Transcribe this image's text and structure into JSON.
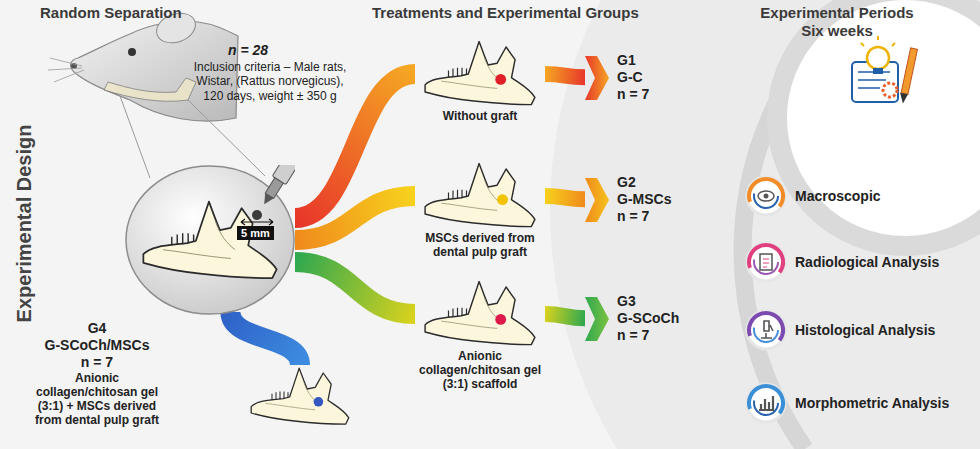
{
  "diagram": {
    "title": "Experimental Design",
    "nodes": [
      {
        "text": [
          "5 mm"
        ]
      },
      {
        "text": [
          "Without graft"
        ]
      },
      {
        "text": [
          "MSCs derived from dental pulp graft"
        ]
      },
      {
        "text": [
          "Anionic collagen/chitosan gel (3:1) scaffold"
        ]
      },
      {
        "text": [
          "G4",
          "G-SCoCh/MSCs",
          "n = 7",
          "Anionic collagen/chitosan gel (3:1) + MSCs derived from dental pulp graft"
        ]
      },
      {
        "text": [
          "G1",
          "G-C",
          "n = 7"
        ]
      },
      {
        "text": [
          "G2",
          "G-MSCs",
          "n = 7"
        ]
      },
      {
        "text": [
          "G3",
          "G-SCoCh",
          "n = 7"
        ]
      },
      {
        "text": [
          "Macroscopic"
        ]
      },
      {
        "text": [
          "Radiological Analysis"
        ]
      },
      {
        "text": [
          "Histological Analysis"
        ]
      },
      {
        "text": [
          "Morphometric Analysis"
        ]
      }
    ],
    "edges": [
      {
        "from": 0,
        "to": 1,
        "arrow": "none"
      },
      {
        "from": 0,
        "to": 2,
        "arrow": "none"
      },
      {
        "from": 0,
        "to": 3,
        "arrow": "none"
      },
      {
        "from": 0,
        "to": 4,
        "arrow": "none"
      },
      {
        "from": 1,
        "to": 5,
        "arrow": "none"
      },
      {
        "from": 2,
        "to": 6,
        "arrow": "none"
      },
      {
        "from": 3,
        "to": 7,
        "arrow": "none"
      }
    ],
    "labels": [
      "Random Separation",
      "n = 28",
      "Inclusion criteria – Male rats, Wistar, (Rattus norvegicus), 120 days, weight ± 350 g",
      "Treatments and Experimental Groups",
      "Experimental Periods Six weeks"
    ]
  }
}
